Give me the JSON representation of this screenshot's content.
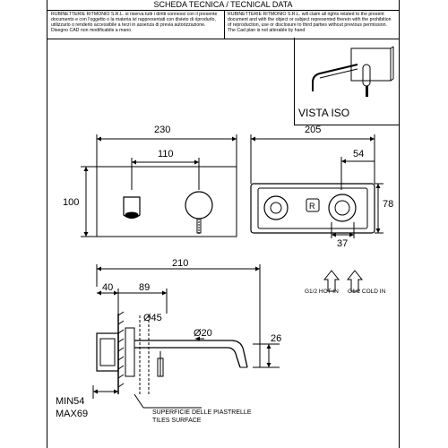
{
  "header": {
    "title": "SCHEDA TECNICA / TECNICAL DATA"
  },
  "notices": {
    "it": "RUBINETTERIE RITMONIO S.R.L. si riserva tutti i diritti connessi con il presente documento e con l'oggetto o la materia ivi rappresentati con divieto di riprodurlo, utilizzarlo o renderlo accessibile a terzi in assenza di previa autorizzazione. Disegno CAD non modificabile a mano",
    "en": "RUBINETTERIE RITMONIO S.R.L. will claim all rights related to the present document and with the object or subject represented therein with the prohibition of reproduction, use or disclosure to third parties without previous permission. The Cad plan is not alterable by hand"
  },
  "iso_view": {
    "label": "VISTA ISO"
  },
  "front_view": {
    "width": "230",
    "height": "100",
    "spacing": "110"
  },
  "side_view": {
    "width": "205",
    "offset": "54",
    "height": "78",
    "spacing": "37",
    "hot_inlet": "G1/2 HOT IN",
    "cold_inlet": "G1/2 COLD IN"
  },
  "section_view": {
    "overall": "210",
    "wall_depth": "40",
    "spout_offset": "89",
    "diameter_body": "Ø45",
    "diameter_spout": "Ø20",
    "spout_drop": "26",
    "min": "MIN54",
    "max": "MAX69",
    "surface_it": "SUPERFICIE DELLE PIASTRELLE",
    "surface_en": "TILES SURFACE"
  }
}
